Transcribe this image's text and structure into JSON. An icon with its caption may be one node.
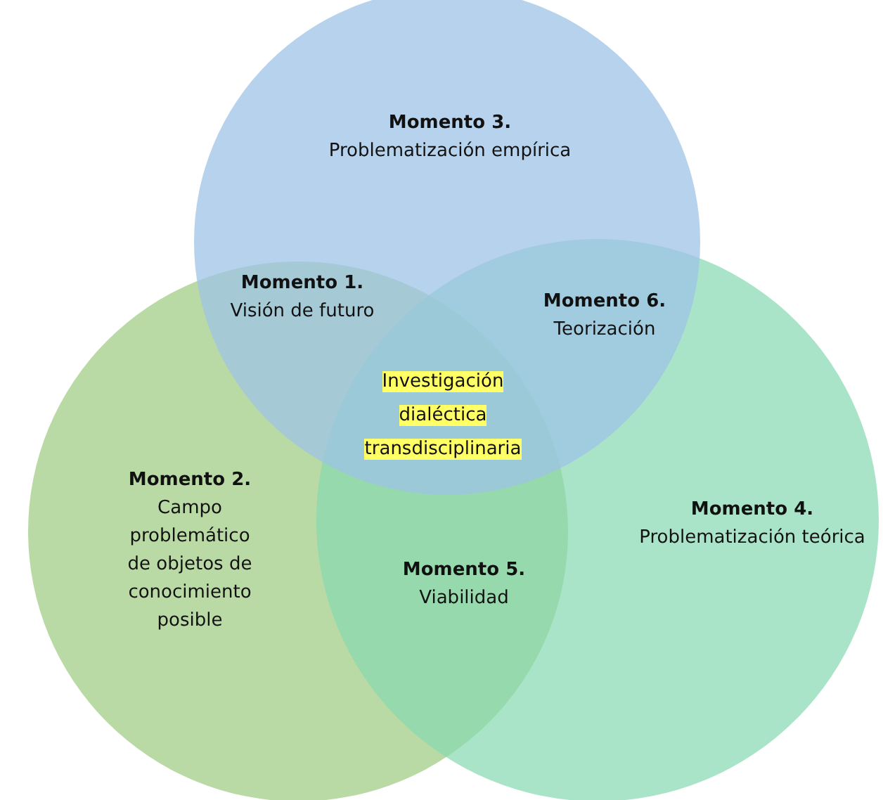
{
  "diagram": {
    "nodes": [
      {
        "text": [
          "**Momento 3.** Problematización empírica"
        ]
      },
      {
        "text": [
          "**Momento 2.** Campo problemático de objetos de conocimiento posible"
        ]
      },
      {
        "text": [
          "**Momento 4.** Problematización teórica"
        ]
      }
    ],
    "edges": [],
    "labels": [
      "**Momento 1.** Visión de futuro",
      "**Momento 6.** Teorización",
      "Investigación dialéctica transdisciplinaria",
      "**Momento 5.** Viabilidad"
    ]
  }
}
